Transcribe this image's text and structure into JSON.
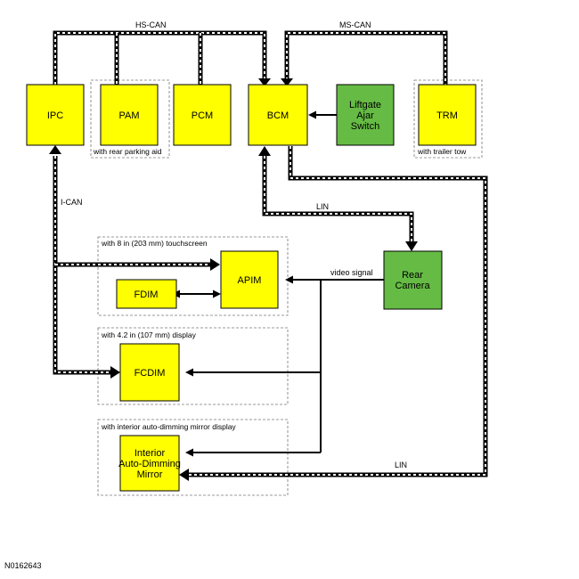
{
  "modules": {
    "ipc": {
      "label": [
        "IPC"
      ],
      "color": "#ffff00"
    },
    "pam": {
      "label": [
        "PAM"
      ],
      "color": "#ffff00"
    },
    "pcm": {
      "label": [
        "PCM"
      ],
      "color": "#ffff00"
    },
    "bcm": {
      "label": [
        "BCM"
      ],
      "color": "#ffff00"
    },
    "liftgate": {
      "label": [
        "Liftgate",
        "Ajar",
        "Switch"
      ],
      "color": "#66bb44"
    },
    "trm": {
      "label": [
        "TRM"
      ],
      "color": "#ffff00"
    },
    "rear_camera": {
      "label": [
        "Rear",
        "Camera"
      ],
      "color": "#66bb44"
    },
    "apim": {
      "label": [
        "APIM"
      ],
      "color": "#ffff00"
    },
    "fdim": {
      "label": [
        "FDIM"
      ],
      "color": "#ffff00"
    },
    "fcdim": {
      "label": [
        "FCDIM"
      ],
      "color": "#ffff00"
    },
    "mirror": {
      "label": [
        "Interior",
        "Auto-Dimming",
        "Mirror"
      ],
      "color": "#ffff00"
    }
  },
  "groups": {
    "pam": "with rear parking aid",
    "trm": "with trailer tow",
    "touchscreen": "with 8 in (203 mm) touchscreen",
    "display": "with 4.2 in (107 mm) display",
    "mirror": "with interior auto-dimming mirror display"
  },
  "buses": {
    "hs_can": "HS-CAN",
    "ms_can": "MS-CAN",
    "i_can": "I-CAN",
    "lin_camera": "LIN",
    "lin_mirror": "LIN",
    "video": "video signal"
  },
  "reference_code": "N0162643"
}
